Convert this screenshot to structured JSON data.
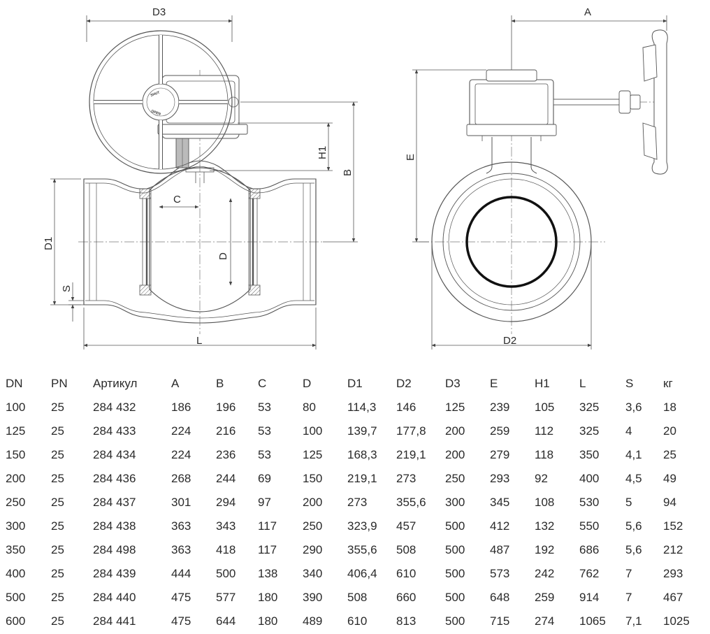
{
  "drawing": {
    "dims": {
      "d3": "D3",
      "a": "A",
      "h1": "H1",
      "b": "B",
      "c": "C",
      "d": "D",
      "d1": "D1",
      "s": "S",
      "l": "L",
      "e": "E",
      "d2": "D2"
    },
    "handwheel_labels": {
      "shut": "SHUT",
      "open": "OPEN"
    }
  },
  "table": {
    "columns": [
      "DN",
      "PN",
      "Артикул",
      "A",
      "B",
      "C",
      "D",
      "D1",
      "D2",
      "D3",
      "E",
      "H1",
      "L",
      "S",
      "кг"
    ],
    "rows": [
      [
        "100",
        "25",
        "284 432",
        "186",
        "196",
        "53",
        "80",
        "114,3",
        "146",
        "125",
        "239",
        "105",
        "325",
        "3,6",
        "18"
      ],
      [
        "125",
        "25",
        "284 433",
        "224",
        "216",
        "53",
        "100",
        "139,7",
        "177,8",
        "200",
        "259",
        "112",
        "325",
        "4",
        "20"
      ],
      [
        "150",
        "25",
        "284 434",
        "224",
        "236",
        "53",
        "125",
        "168,3",
        "219,1",
        "200",
        "279",
        "118",
        "350",
        "4,1",
        "25"
      ],
      [
        "200",
        "25",
        "284 436",
        "268",
        "244",
        "69",
        "150",
        "219,1",
        "273",
        "250",
        "293",
        "92",
        "400",
        "4,5",
        "49"
      ],
      [
        "250",
        "25",
        "284 437",
        "301",
        "294",
        "97",
        "200",
        "273",
        "355,6",
        "300",
        "345",
        "108",
        "530",
        "5",
        "94"
      ],
      [
        "300",
        "25",
        "284 438",
        "363",
        "343",
        "117",
        "250",
        "323,9",
        "457",
        "500",
        "412",
        "132",
        "550",
        "5,6",
        "152"
      ],
      [
        "350",
        "25",
        "284 498",
        "363",
        "418",
        "117",
        "290",
        "355,6",
        "508",
        "500",
        "487",
        "192",
        "686",
        "5,6",
        "212"
      ],
      [
        "400",
        "25",
        "284 439",
        "444",
        "500",
        "138",
        "340",
        "406,4",
        "610",
        "500",
        "573",
        "242",
        "762",
        "7",
        "293"
      ],
      [
        "500",
        "25",
        "284 440",
        "475",
        "577",
        "180",
        "390",
        "508",
        "660",
        "500",
        "648",
        "259",
        "914",
        "7",
        "467"
      ],
      [
        "600",
        "25",
        "284 441",
        "475",
        "644",
        "180",
        "489",
        "610",
        "813",
        "500",
        "715",
        "274",
        "1065",
        "7,1",
        "1025"
      ]
    ]
  }
}
